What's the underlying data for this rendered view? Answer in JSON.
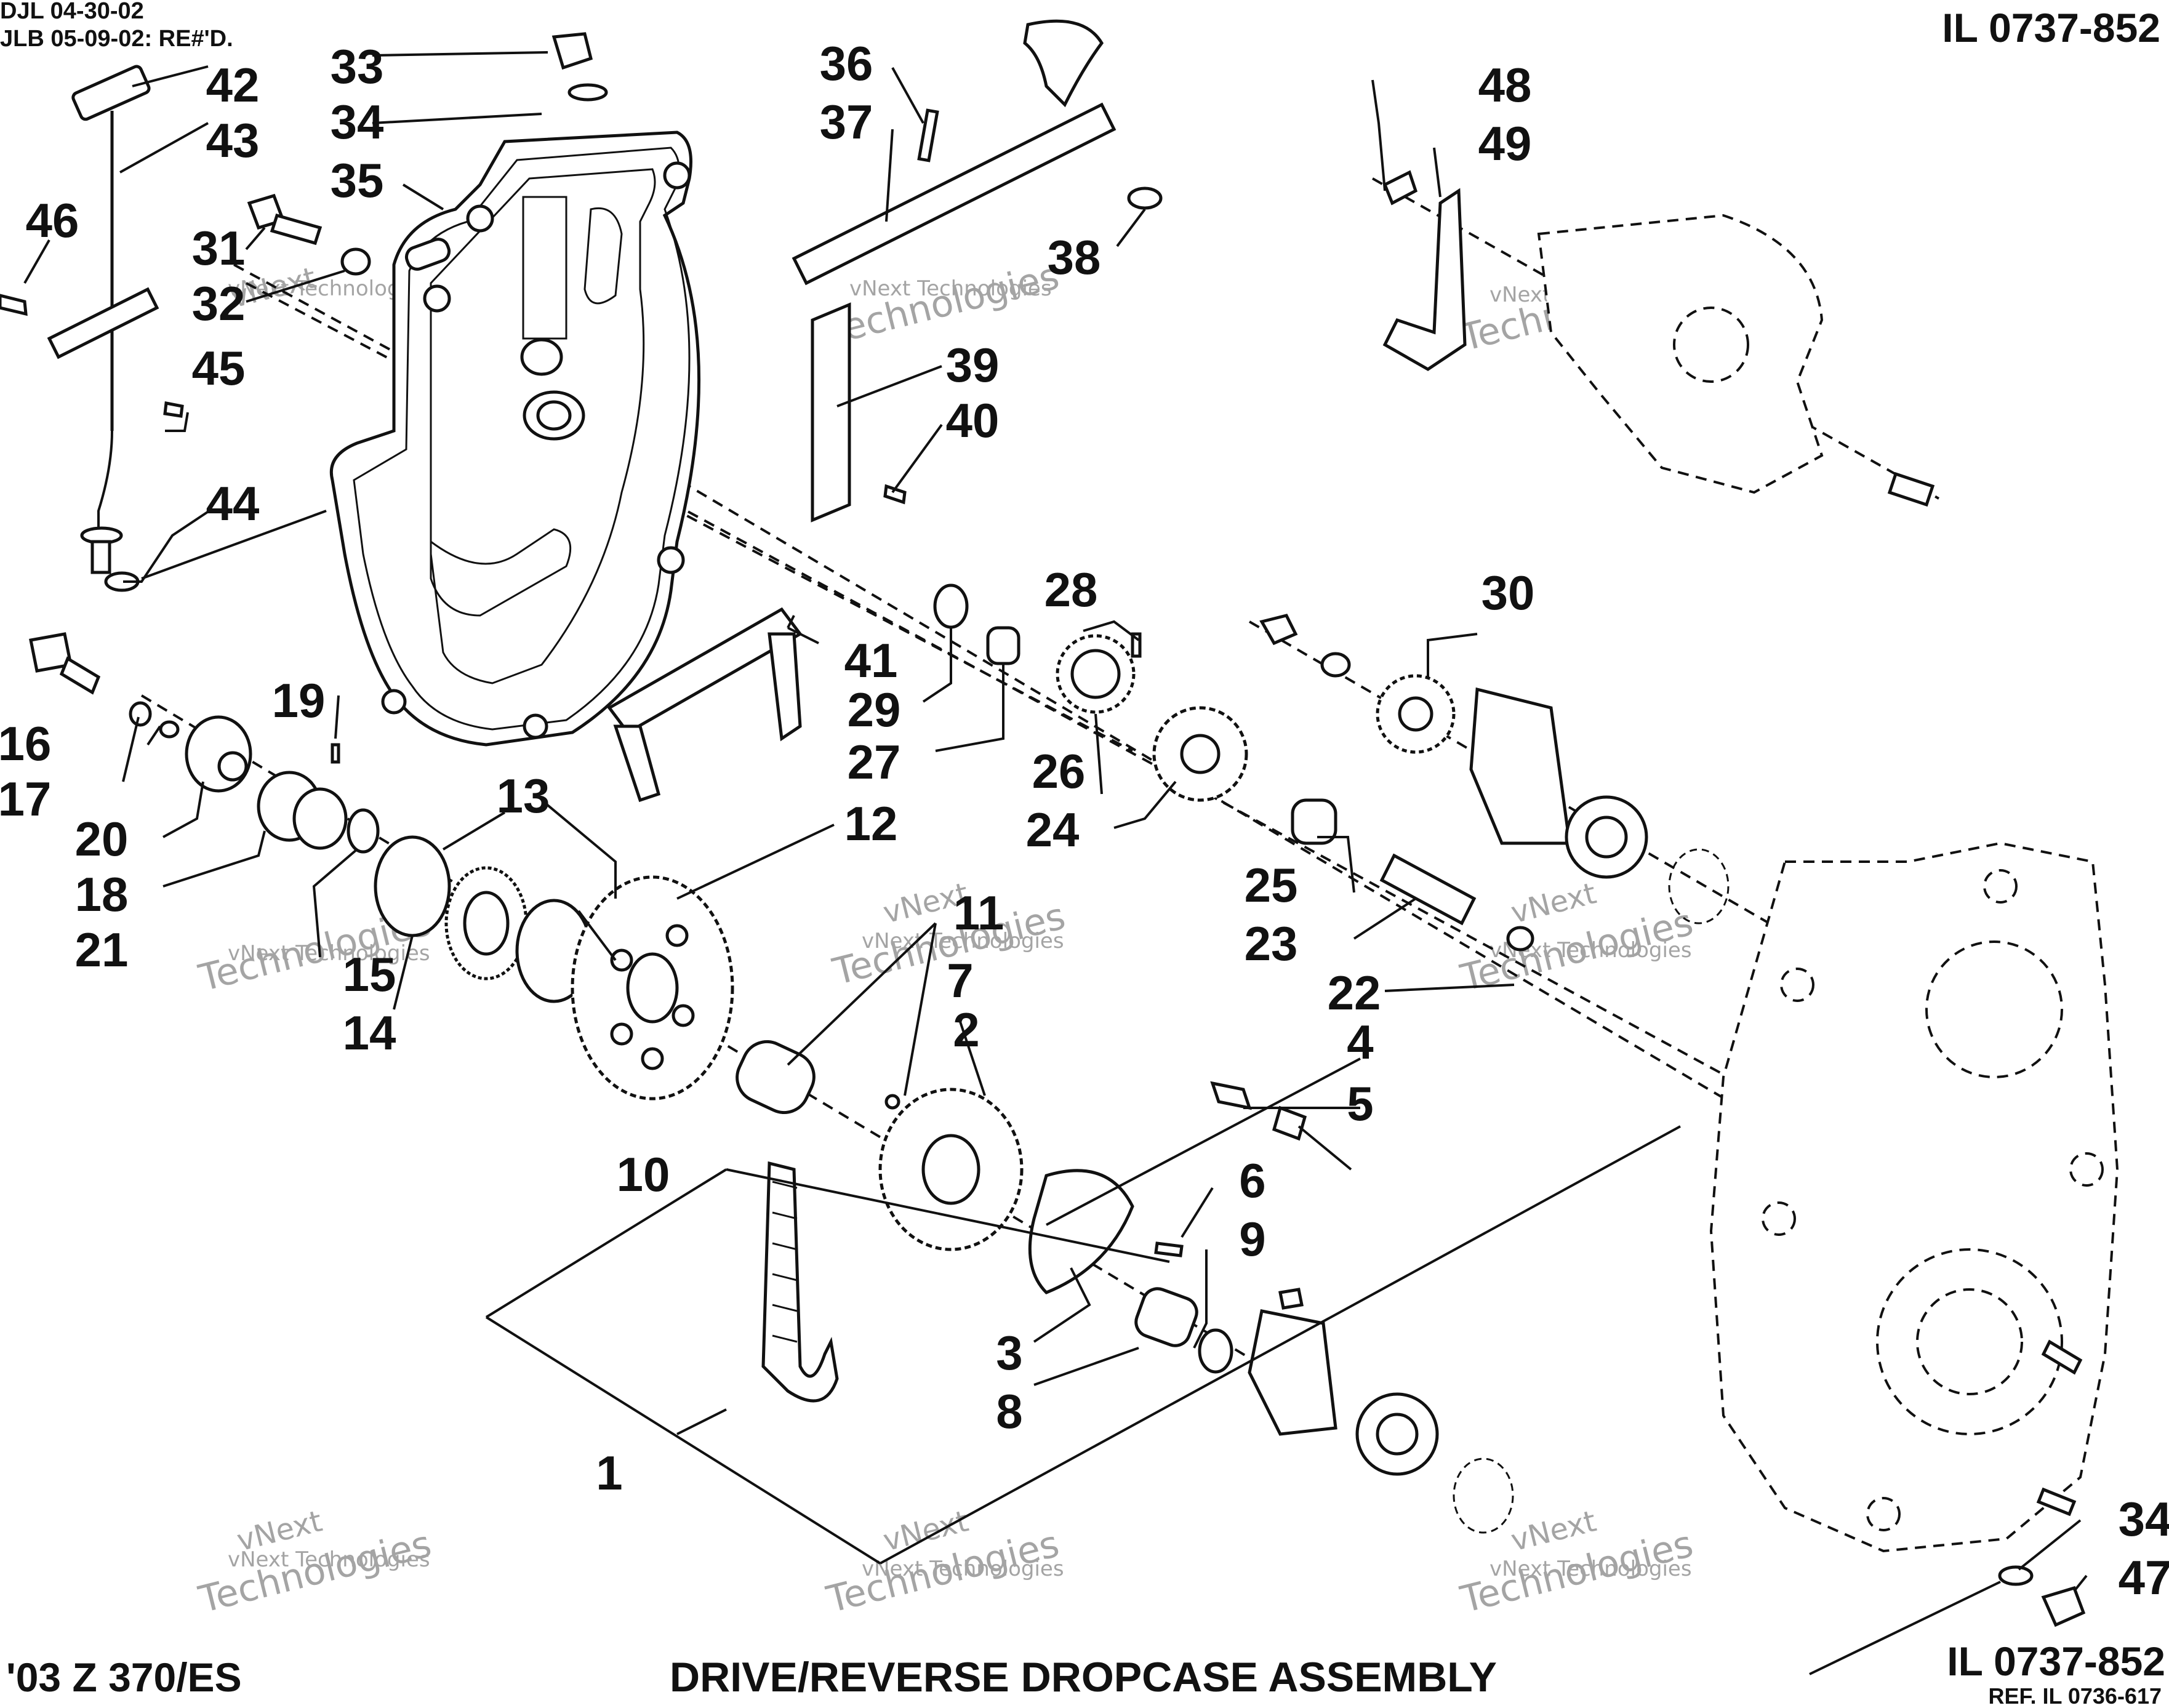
{
  "header": {
    "revision_line_1": "DJL 04-30-02",
    "revision_line_2": "JLB 05-09-02: RE#'D.",
    "illustration_number_top": "IL 0737-852"
  },
  "footer": {
    "model": "'03 Z 370/ES",
    "title": "DRIVE/REVERSE DROPCASE ASSEMBLY",
    "illustration_number_bottom": "IL 0737-852",
    "reference": "REF. IL 0736-617"
  },
  "watermark": {
    "line_1": "vNext Technologies",
    "line_2": "vNext",
    "line_3": "Technologies"
  },
  "callouts": [
    "1",
    "2",
    "3",
    "4",
    "5",
    "6",
    "7",
    "8",
    "9",
    "10",
    "11",
    "12",
    "13",
    "14",
    "15",
    "16",
    "17",
    "18",
    "19",
    "20",
    "21",
    "22",
    "23",
    "24",
    "25",
    "26",
    "27",
    "28",
    "29",
    "30",
    "31",
    "32",
    "33",
    "34",
    "34",
    "35",
    "36",
    "37",
    "38",
    "39",
    "40",
    "41",
    "42",
    "43",
    "44",
    "45",
    "46",
    "47",
    "48",
    "49"
  ],
  "colors": {
    "ink": "#111111",
    "watermark": "#9a9a9a",
    "background": "#ffffff"
  }
}
